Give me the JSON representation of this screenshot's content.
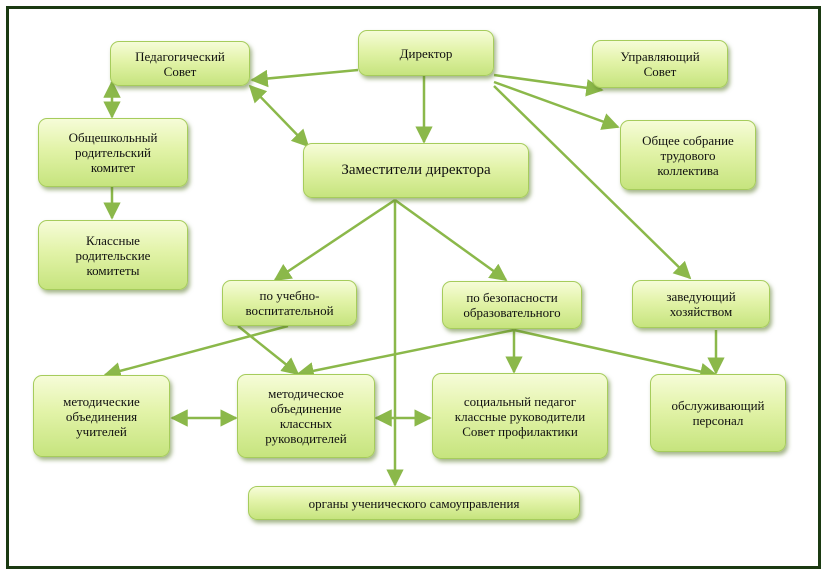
{
  "colors": {
    "arrow": "#8bb84a",
    "border": "#1b3a12",
    "box_top": "#f6fcd8",
    "box_bottom": "#c6e47e"
  },
  "nodes": {
    "director": "Директор",
    "ped_council": "Педагогический\nСовет",
    "gov_council": "Управляющий\nСовет",
    "parent_committee": "Общешкольный\nродительский\nкомитет",
    "deputies": "Заместители директора",
    "general_meeting": "Общее собрание\nтрудового\nколлектива",
    "class_parent_committees": "Классные\nродительские\nкомитеты",
    "educational": "по учебно-\nвоспитательной",
    "safety": "по безопасности\nобразовательного",
    "household": "заведующий\nхозяйством",
    "method_teachers": "методические\nобъединения\nучителей",
    "method_class": "методическое\nобъединение\nклассных\nруководителей",
    "social": "социальный педагог\nклассные руководители\nСовет профилактики",
    "service_staff": "обслуживающий\nперсонал",
    "student_gov": "органы ученического самоуправления"
  }
}
